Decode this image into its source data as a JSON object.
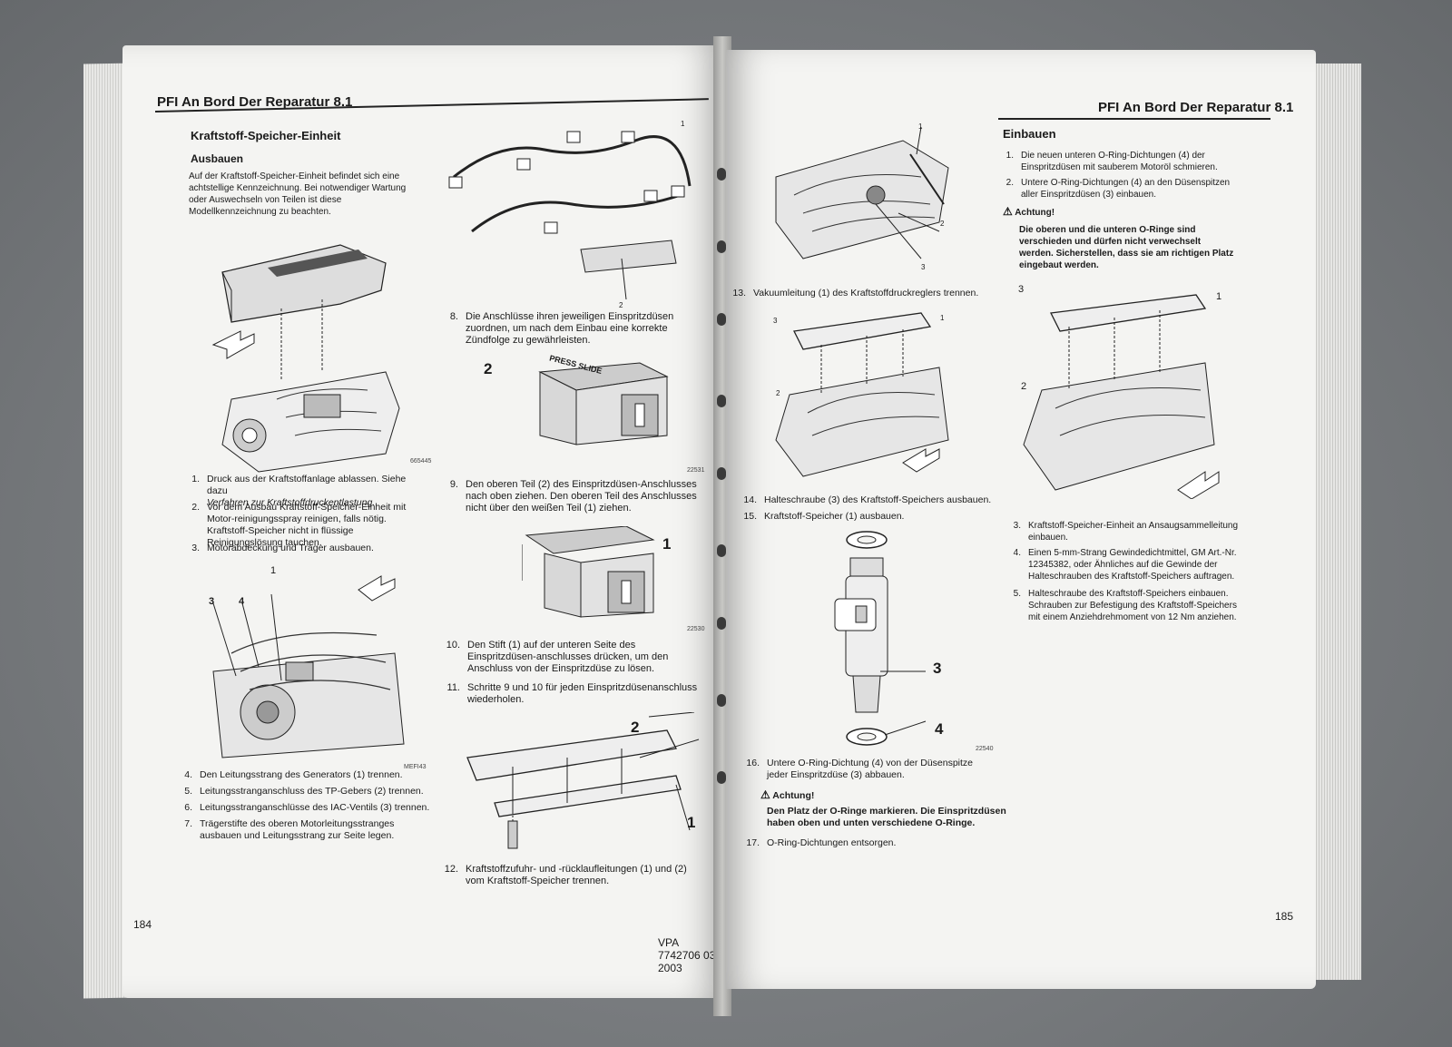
{
  "left_page": {
    "header": "PFI An Bord Der Reparatur 8.1",
    "section_title": "Kraftstoff-Speicher-Einheit",
    "subsection_title": "Ausbauen",
    "intro": "Auf der Kraftstoff-Speicher-Einheit befindet sich eine achtstellige Kennzeichnung. Bei notwendiger Wartung oder Auswechseln von Teilen ist diese Modellkennzeichnung zu beachten.",
    "fig1_code": "665445",
    "steps_a": [
      {
        "n": "1.",
        "text": "Druck aus der Kraftstoffanlage ablassen. Siehe dazu",
        "ref": "Verfahren zur Kraftstoffdruckentlastung."
      },
      {
        "n": "2.",
        "text": "Vor dem Ausbau Kraftstoff-Speicher-Einheit mit Motor-reinigungsspray reinigen, falls nötig. Kraftstoff-Speicher nicht in flüssige Reinigungslösung tauchen."
      },
      {
        "n": "3.",
        "text": "Motorabdeckung und Träger ausbauen."
      }
    ],
    "fig2_callouts": [
      "1",
      "3",
      "4"
    ],
    "fig2_code": "MEFI43",
    "steps_b": [
      {
        "n": "4.",
        "text": "Den Leitungsstrang des Generators (1) trennen."
      },
      {
        "n": "5.",
        "text": "Leitungsstranganschluss des TP-Gebers (2) trennen."
      },
      {
        "n": "6.",
        "text": "Leitungsstranganschlüsse des IAC-Ventils (3) trennen."
      },
      {
        "n": "7.",
        "text": "Trägerstifte des oberen Motorleitungsstranges ausbauen und Leitungsstrang zur Seite legen."
      }
    ],
    "col2_fig1_callouts": [
      "1",
      "2"
    ],
    "step_8": {
      "n": "8.",
      "text": "Die Anschlüsse ihren jeweiligen Einspritzdüsen zuordnen, um nach dem Einbau eine korrekte Zündfolge zu gewährleisten."
    },
    "fig_conn1_callout": "2",
    "fig_conn1_code": "22531",
    "connector_label_press": "PRESS",
    "connector_label_slide": "SLIDE",
    "step_9": {
      "n": "9.",
      "text": "Den oberen Teil (2) des Einspritzdüsen-Anschlusses nach oben ziehen. Den oberen Teil des Anschlusses nicht über den weißen Teil (1) ziehen."
    },
    "fig_conn2_callout": "1",
    "fig_conn2_code": "22530",
    "step_10": {
      "n": "10.",
      "text": "Den Stift (1) auf der unteren Seite des Einspritzdüsen-anschlusses drücken, um den Anschluss von der Einspritzdüse zu lösen."
    },
    "step_11": {
      "n": "11.",
      "text": "Schritte 9 und 10 für jeden Einspritzdüsenanschluss wiederholen."
    },
    "fig_rail_callouts": [
      "2",
      "1"
    ],
    "step_12": {
      "n": "12.",
      "text": "Kraftstoffzufuhr- und -rücklaufleitungen (1) und (2) vom Kraftstoff-Speicher trennen."
    },
    "page_number": "184",
    "footer": "VPA 7742706 03-2003"
  },
  "right_page": {
    "header": "PFI An Bord Der Reparatur 8.1",
    "fig1_callouts": [
      "1",
      "2",
      "3"
    ],
    "step_13": {
      "n": "13.",
      "text": "Vakuumleitung (1) des Kraftstoffdruckreglers trennen."
    },
    "fig2_callouts": [
      "3",
      "1",
      "2"
    ],
    "step_14": {
      "n": "14.",
      "text": "Halteschraube (3) des Kraftstoff-Speichers ausbauen."
    },
    "step_15": {
      "n": "15.",
      "text": "Kraftstoff-Speicher (1) ausbauen."
    },
    "fig3_callouts": [
      "3",
      "4"
    ],
    "fig3_code": "22540",
    "step_16": {
      "n": "16.",
      "text": "Untere O-Ring-Dichtung (4) von der Düsenspitze jeder Einspritzdüse (3) abbauen."
    },
    "warning1_title": "Achtung!",
    "warning1_text": "Den Platz der O-Ringe markieren. Die Einspritzdüsen haben oben und unten verschiedene O-Ringe.",
    "step_17": {
      "n": "17.",
      "text": "O-Ring-Dichtungen entsorgen."
    },
    "install_title": "Einbauen",
    "install_steps_a": [
      {
        "n": "1.",
        "text": "Die neuen unteren O-Ring-Dichtungen (4) der Einspritzdüsen mit sauberem Motoröl schmieren."
      },
      {
        "n": "2.",
        "text": "Untere O-Ring-Dichtungen (4) an den Düsenspitzen aller Einspritzdüsen (3) einbauen."
      }
    ],
    "warning2_title": "Achtung!",
    "warning2_text": "Die oberen und die unteren O-Ringe sind verschieden und dürfen nicht verwechselt werden. Sicherstellen, dass sie am richtigen Platz eingebaut werden.",
    "fig4_callouts": [
      "3",
      "1",
      "2"
    ],
    "install_steps_b": [
      {
        "n": "3.",
        "text": "Kraftstoff-Speicher-Einheit an Ansaugsammelleitung einbauen."
      },
      {
        "n": "4.",
        "text": "Einen 5-mm-Strang Gewindedichtmittel, GM Art.-Nr. 12345382, oder Ähnliches auf die Gewinde der Halteschrauben des Kraftstoff-Speichers auftragen."
      },
      {
        "n": "5.",
        "text": "Halteschraube des Kraftstoff-Speichers einbauen. Schrauben zur Befestigung des Kraftstoff-Speichers mit einem Anziehdrehmoment von 12 Nm anziehen."
      }
    ],
    "page_number": "185"
  }
}
